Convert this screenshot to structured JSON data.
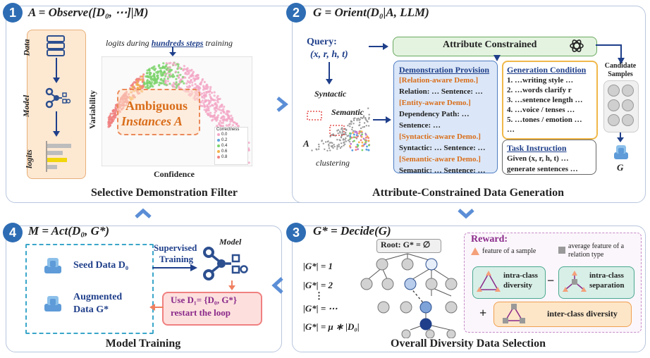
{
  "panel1": {
    "num": "1",
    "title": "A = Observe([D₀, ⋯]|M)",
    "footer": "Selective Demonstration Filter",
    "pipeline": [
      "Data",
      "Model",
      "logits"
    ],
    "chart_caption_pre": "logits during ",
    "chart_caption_emph": "hundreds steps",
    "chart_caption_post": " training",
    "ylabel": "Variability",
    "xlabel": "Confidence",
    "ambig_line1": "Ambiguous",
    "ambig_line2": "Instances A",
    "legend_title": "Correctness",
    "legend": [
      {
        "label": "0.0",
        "color": "#f4a6c6"
      },
      {
        "label": "0.2",
        "color": "#5aa0e0"
      },
      {
        "label": "0.4",
        "color": "#7bd36a"
      },
      {
        "label": "0.6",
        "color": "#f2b24a"
      },
      {
        "label": "0.8",
        "color": "#f08080"
      }
    ]
  },
  "panel2": {
    "num": "2",
    "title": "G = Orient(D₀|A, LLM)",
    "footer": "Attribute-Constrained Data Generation",
    "query_label": "Query:",
    "query_tuple": "(x, r, h, t)",
    "syntactic": "Syntactic",
    "semantic": "Semantic",
    "a_label": "A",
    "clustering": "clustering",
    "attr_constrained": "Attribute Constrained",
    "demo_title": "Demonstration Provision",
    "demo_lines": [
      {
        "text": "[Relation-aware Demo.]",
        "orange": true
      },
      {
        "text": "Relation: … Sentence: …",
        "orange": false
      },
      {
        "text": "[Entity-aware Demo.]",
        "orange": true
      },
      {
        "text": "Dependency Path: …",
        "orange": false
      },
      {
        "text": "Sentence: …",
        "orange": false
      },
      {
        "text": "[Syntactic-aware Demo.]",
        "orange": true
      },
      {
        "text": "Syntactic: … Sentence: …",
        "orange": false
      },
      {
        "text": "[Semantic-aware Demo.]",
        "orange": true
      },
      {
        "text": "Semantic: … Sentence: …",
        "orange": false
      }
    ],
    "gen_title": "Generation Condition",
    "gen_lines": [
      "1. …writing style …",
      "2. …words clarify r",
      "3. …sentence length …",
      "4. …voice / tenses …",
      "5. …tones / emotion …",
      "…"
    ],
    "task_title": "Task Instruction",
    "task_lines": [
      "Given (x, r, h, t) …",
      "generate sentences …"
    ],
    "candidate_label": "Candidate Samples",
    "g_label": "G"
  },
  "panel3": {
    "num": "3",
    "title": "G* = Decide(G)",
    "footer": "Overall Diversity Data Selection",
    "root_label": "Root: G* = ∅",
    "levels": [
      "|G*| = 1",
      "|G*| = 2",
      "⋮",
      "|G*| = ⋯",
      "|G*| = μ ∗ |D₀|"
    ],
    "reward_title": "Reward:",
    "legend_sample": "feature of a sample",
    "legend_relation": "average feature of a relation type",
    "intra_div": "intra-class diversity",
    "intra_sep": "intra-class separation",
    "minus": "−",
    "plus": "+",
    "inter_div": "inter-class diversity"
  },
  "panel4": {
    "num": "4",
    "title": "M = Act(D₀, G*)",
    "footer": "Model Training",
    "seed": "Seed Data D₀",
    "aug_line1": "Augmented",
    "aug_line2": "Data G*",
    "supervised_line1": "Supervised",
    "supervised_line2": "Training",
    "model_label": "Model",
    "use_line1": "Use D₁= {D₀, G*}",
    "use_line2": "restart the loop"
  }
}
